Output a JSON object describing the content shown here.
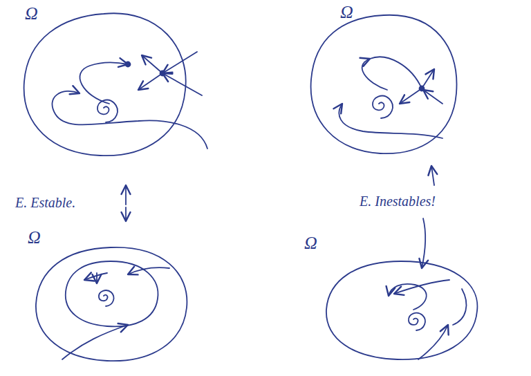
{
  "diagram": {
    "labels": [
      "Ω",
      "Ω",
      "E. Estable.",
      "E. Inestables!",
      "Ω",
      "Ω"
    ]
  }
}
